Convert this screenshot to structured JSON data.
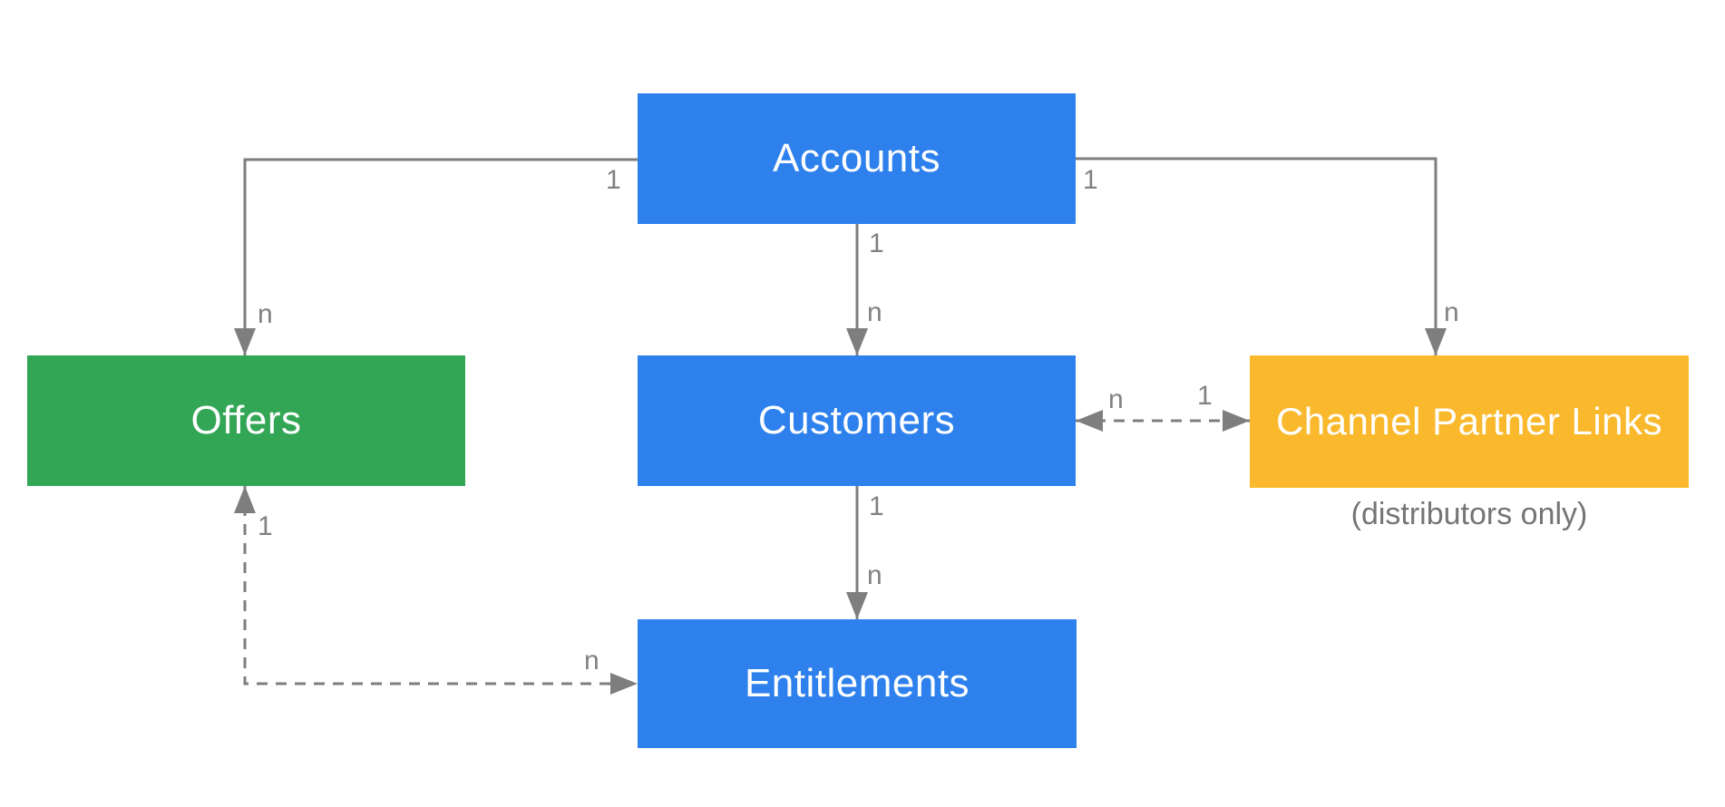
{
  "diagram": {
    "background": "#ffffff",
    "colors": {
      "primary_blue": "#2e81ed",
      "green": "#33a656",
      "yellow": "#fab92d",
      "connector_gray": "#7e7e7e",
      "cardinality_gray": "#818181",
      "note_gray": "#757575",
      "node_text": "#ffffff"
    },
    "nodes": {
      "accounts": {
        "label": "Accounts"
      },
      "offers": {
        "label": "Offers"
      },
      "customers": {
        "label": "Customers"
      },
      "channel_partner_links": {
        "label": "Channel Partner Links",
        "note": "(distributors only)"
      },
      "entitlements": {
        "label": "Entitlements"
      }
    },
    "edges": {
      "accounts_offers": {
        "from": "Accounts",
        "to": "Offers",
        "style": "solid-arrow",
        "from_label": "1",
        "to_label": "n"
      },
      "accounts_customers": {
        "from": "Accounts",
        "to": "Customers",
        "style": "solid-arrow",
        "from_label": "1",
        "to_label": "n"
      },
      "accounts_channel_partner_links": {
        "from": "Accounts",
        "to": "Channel Partner Links",
        "style": "solid-arrow",
        "from_label": "1",
        "to_label": "n"
      },
      "customers_channel_partner_links": {
        "from": "Customers",
        "to": "Channel Partner Links",
        "style": "dashed-double-arrow",
        "from_label": "n",
        "to_label": "1"
      },
      "customers_entitlements": {
        "from": "Customers",
        "to": "Entitlements",
        "style": "solid-arrow",
        "from_label": "1",
        "to_label": "n"
      },
      "offers_entitlements": {
        "from": "Offers",
        "to": "Entitlements",
        "style": "dashed-double-arrow",
        "from_label": "1",
        "to_label": "n"
      }
    }
  }
}
